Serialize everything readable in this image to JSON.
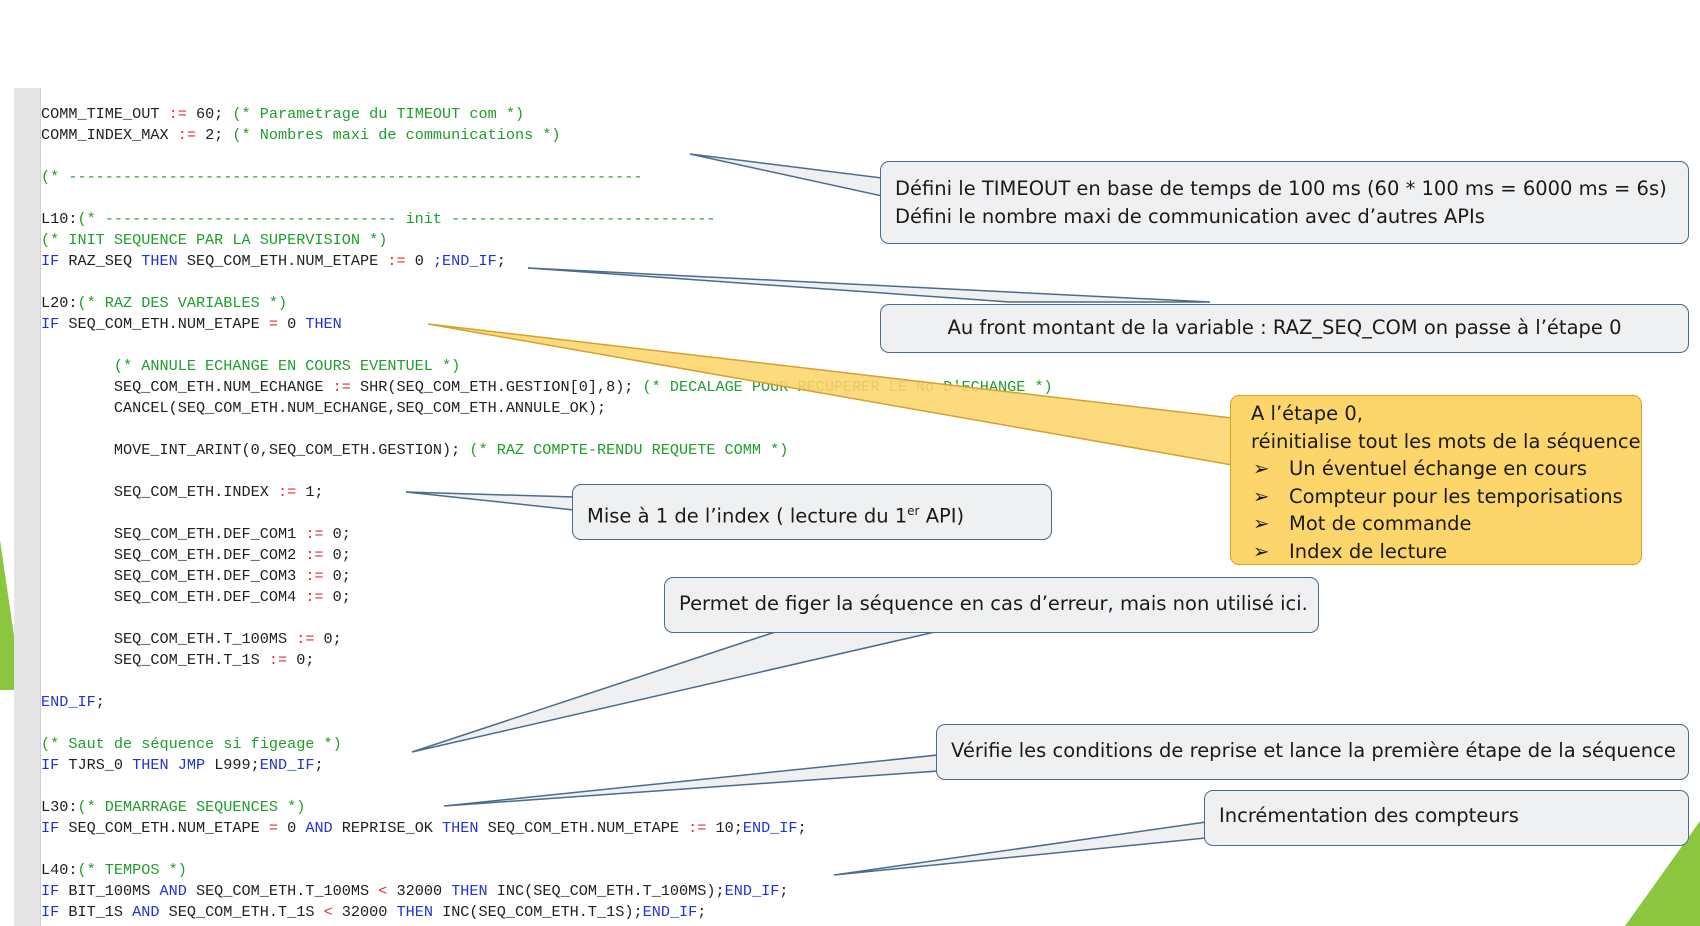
{
  "code_lines": [
    [
      {
        "t": "COMM_TIME_OUT ",
        "c": "tx"
      },
      {
        "t": ":=",
        "c": "op"
      },
      {
        "t": " 60; ",
        "c": "tx"
      },
      {
        "t": "(* Parametrage du TIMEOUT com *)",
        "c": "cm"
      }
    ],
    [
      {
        "t": "COMM_INDEX_MAX ",
        "c": "tx"
      },
      {
        "t": ":=",
        "c": "op"
      },
      {
        "t": " 2; ",
        "c": "tx"
      },
      {
        "t": "(* Nombres maxi de communications *)",
        "c": "cm"
      }
    ],
    [],
    [
      {
        "t": "(* ---------------------------------------------------------------",
        "c": "cm"
      }
    ],
    [],
    [
      {
        "t": "L10:",
        "c": "tx"
      },
      {
        "t": "(* -------------------------------- init -----------------------------",
        "c": "cm"
      }
    ],
    [
      {
        "t": "(* INIT SEQUENCE PAR LA SUPERVISION *)",
        "c": "cm"
      }
    ],
    [
      {
        "t": "IF",
        "c": "kw"
      },
      {
        "t": " RAZ_SEQ ",
        "c": "tx"
      },
      {
        "t": "THEN",
        "c": "kw"
      },
      {
        "t": " SEQ_COM_ETH.NUM_ETAPE ",
        "c": "tx"
      },
      {
        "t": ":=",
        "c": "op"
      },
      {
        "t": " 0 ",
        "c": "tx"
      },
      {
        "t": ";END_IF",
        "c": "kw"
      },
      {
        "t": ";",
        "c": "tx"
      }
    ],
    [],
    [
      {
        "t": "L20:",
        "c": "tx"
      },
      {
        "t": "(* RAZ DES VARIABLES *)",
        "c": "cm"
      }
    ],
    [
      {
        "t": "IF",
        "c": "kw"
      },
      {
        "t": " SEQ_COM_ETH.NUM_ETAPE ",
        "c": "tx"
      },
      {
        "t": "=",
        "c": "op"
      },
      {
        "t": " 0 ",
        "c": "tx"
      },
      {
        "t": "THEN",
        "c": "kw"
      }
    ],
    [],
    [
      {
        "t": "        (* ANNULE ECHANGE EN COURS EVENTUEL *)",
        "c": "cm"
      }
    ],
    [
      {
        "t": "        SEQ_COM_ETH.NUM_ECHANGE ",
        "c": "tx"
      },
      {
        "t": ":=",
        "c": "op"
      },
      {
        "t": " SHR(SEQ_COM_ETH.GESTION[0],8); ",
        "c": "tx"
      },
      {
        "t": "(* DECALAGE POUR RECUPERER LE No D'ECHANGE *)",
        "c": "cm"
      }
    ],
    [
      {
        "t": "        CANCEL(SEQ_COM_ETH.NUM_ECHANGE,SEQ_COM_ETH.ANNULE_OK);",
        "c": "tx"
      }
    ],
    [],
    [
      {
        "t": "        MOVE_INT_ARINT(0,SEQ_COM_ETH.GESTION); ",
        "c": "tx"
      },
      {
        "t": "(* RAZ COMPTE-RENDU REQUETE COMM *)",
        "c": "cm"
      }
    ],
    [],
    [
      {
        "t": "        SEQ_COM_ETH.INDEX ",
        "c": "tx"
      },
      {
        "t": ":=",
        "c": "op"
      },
      {
        "t": " 1;",
        "c": "tx"
      }
    ],
    [],
    [
      {
        "t": "        SEQ_COM_ETH.DEF_COM1 ",
        "c": "tx"
      },
      {
        "t": ":=",
        "c": "op"
      },
      {
        "t": " 0;",
        "c": "tx"
      }
    ],
    [
      {
        "t": "        SEQ_COM_ETH.DEF_COM2 ",
        "c": "tx"
      },
      {
        "t": ":=",
        "c": "op"
      },
      {
        "t": " 0;",
        "c": "tx"
      }
    ],
    [
      {
        "t": "        SEQ_COM_ETH.DEF_COM3 ",
        "c": "tx"
      },
      {
        "t": ":=",
        "c": "op"
      },
      {
        "t": " 0;",
        "c": "tx"
      }
    ],
    [
      {
        "t": "        SEQ_COM_ETH.DEF_COM4 ",
        "c": "tx"
      },
      {
        "t": ":=",
        "c": "op"
      },
      {
        "t": " 0;",
        "c": "tx"
      }
    ],
    [],
    [
      {
        "t": "        SEQ_COM_ETH.T_100MS ",
        "c": "tx"
      },
      {
        "t": ":=",
        "c": "op"
      },
      {
        "t": " 0;",
        "c": "tx"
      }
    ],
    [
      {
        "t": "        SEQ_COM_ETH.T_1S ",
        "c": "tx"
      },
      {
        "t": ":=",
        "c": "op"
      },
      {
        "t": " 0;",
        "c": "tx"
      }
    ],
    [],
    [
      {
        "t": "END_IF",
        "c": "kw"
      },
      {
        "t": ";",
        "c": "tx"
      }
    ],
    [],
    [
      {
        "t": "(* Saut de séquence si figeage *)",
        "c": "cm"
      }
    ],
    [
      {
        "t": "IF",
        "c": "kw"
      },
      {
        "t": " TJRS_0 ",
        "c": "tx"
      },
      {
        "t": "THEN JMP",
        "c": "kw"
      },
      {
        "t": " L999;",
        "c": "tx"
      },
      {
        "t": "END_IF",
        "c": "kw"
      },
      {
        "t": ";",
        "c": "tx"
      }
    ],
    [],
    [
      {
        "t": "L30:",
        "c": "tx"
      },
      {
        "t": "(* DEMARRAGE SEQUENCES *)",
        "c": "cm"
      }
    ],
    [
      {
        "t": "IF",
        "c": "kw"
      },
      {
        "t": " SEQ_COM_ETH.NUM_ETAPE ",
        "c": "tx"
      },
      {
        "t": "=",
        "c": "op"
      },
      {
        "t": " 0 ",
        "c": "tx"
      },
      {
        "t": "AND",
        "c": "kw"
      },
      {
        "t": " REPRISE_OK ",
        "c": "tx"
      },
      {
        "t": "THEN",
        "c": "kw"
      },
      {
        "t": " SEQ_COM_ETH.NUM_ETAPE ",
        "c": "tx"
      },
      {
        "t": ":=",
        "c": "op"
      },
      {
        "t": " 10;",
        "c": "tx"
      },
      {
        "t": "END_IF",
        "c": "kw"
      },
      {
        "t": ";",
        "c": "tx"
      }
    ],
    [],
    [
      {
        "t": "L40:",
        "c": "tx"
      },
      {
        "t": "(* TEMPOS *)",
        "c": "cm"
      }
    ],
    [
      {
        "t": "IF",
        "c": "kw"
      },
      {
        "t": " BIT_100MS ",
        "c": "tx"
      },
      {
        "t": "AND",
        "c": "kw"
      },
      {
        "t": " SEQ_COM_ETH.T_100MS ",
        "c": "tx"
      },
      {
        "t": "<",
        "c": "op"
      },
      {
        "t": " 32000 ",
        "c": "tx"
      },
      {
        "t": "THEN",
        "c": "kw"
      },
      {
        "t": " INC(SEQ_COM_ETH.T_100MS);",
        "c": "tx"
      },
      {
        "t": "END_IF",
        "c": "kw"
      },
      {
        "t": ";",
        "c": "tx"
      }
    ],
    [
      {
        "t": "IF",
        "c": "kw"
      },
      {
        "t": " BIT_1S ",
        "c": "tx"
      },
      {
        "t": "AND",
        "c": "kw"
      },
      {
        "t": " SEQ_COM_ETH.T_1S ",
        "c": "tx"
      },
      {
        "t": "<",
        "c": "op"
      },
      {
        "t": " 32000 ",
        "c": "tx"
      },
      {
        "t": "THEN",
        "c": "kw"
      },
      {
        "t": " INC(SEQ_COM_ETH.T_1S);",
        "c": "tx"
      },
      {
        "t": "END_IF",
        "c": "kw"
      },
      {
        "t": ";",
        "c": "tx"
      }
    ]
  ],
  "callouts": {
    "timeout": {
      "line1": "Défini le TIMEOUT en base de temps de 100 ms (60 * 100 ms = 6000 ms = 6s)",
      "line2": "Défini le nombre maxi de communication avec d’autres APIs"
    },
    "front_montant": "Au front montant de la variable : RAZ_SEQ_COM on passe à l’étape 0",
    "etape0": {
      "line1": "A l’étape 0,",
      "line2": "réinitialise tout les mots de la séquence",
      "bullet_glyph": "➢",
      "bullets": [
        "Un éventuel échange en cours",
        "Compteur pour les temporisations",
        "Mot de commande",
        "Index de lecture"
      ]
    },
    "index": {
      "before": "Mise à 1 de l’index ( lecture du 1",
      "sup": "er",
      "after": " API)"
    },
    "figer": "Permet de figer la séquence en cas d’erreur, mais non utilisé ici.",
    "reprise": "Vérifie les conditions de reprise et lance la première étape de la séquence",
    "compteurs": "Incrémentation des compteurs"
  },
  "colors": {
    "keyword": "#1f33d6",
    "operator": "#e03030",
    "comment": "#1e9e2a",
    "callout_fill": "#eef0f2",
    "callout_border": "#4b6b8f",
    "highlight_fill": "#fcd56b",
    "slide_accent": "#8cc63e"
  }
}
